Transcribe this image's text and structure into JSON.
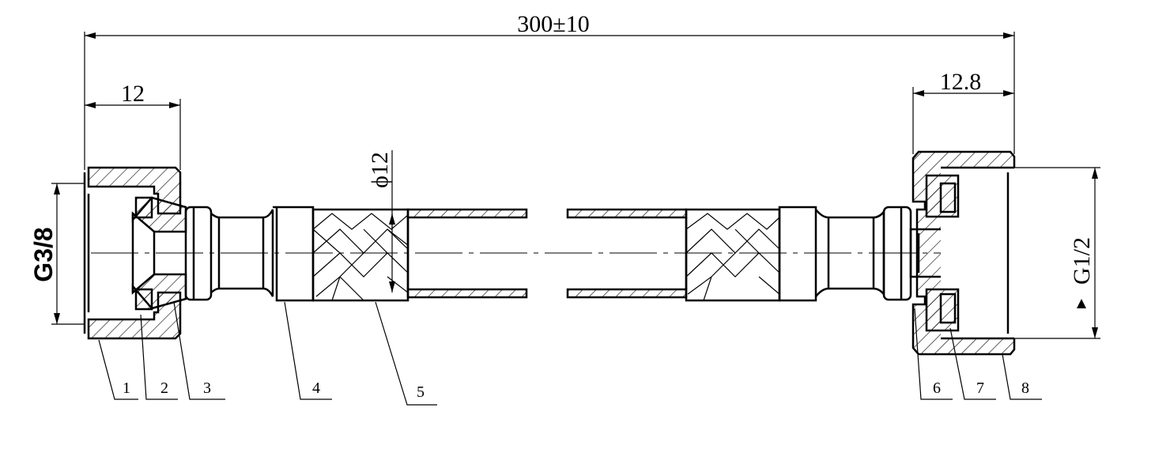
{
  "drawing": {
    "overall_length": "300±10",
    "left_nut_length": "12",
    "right_nut_length": "12.8",
    "hose_diameter": "ϕ12",
    "left_thread": "G3/8",
    "right_thread": "G1/2",
    "part_numbers": [
      "1",
      "2",
      "3",
      "4",
      "5",
      "6",
      "7",
      "8"
    ]
  }
}
